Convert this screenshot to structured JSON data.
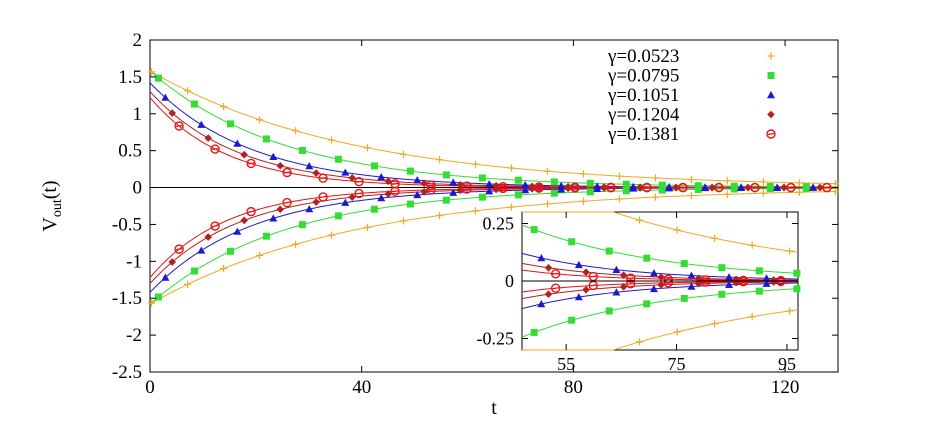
{
  "chart_data": [
    {
      "type": "scatter",
      "panel": "main",
      "title": "",
      "xlabel": "t",
      "ylabel_main": "V",
      "ylabel_sub": "out",
      "ylabel_tail": "(t)",
      "xlim": [
        0,
        130
      ],
      "ylim": [
        -2.5,
        2
      ],
      "xticks": [
        0,
        40,
        80,
        120
      ],
      "yticks": [
        2,
        1.5,
        1,
        0.5,
        0,
        -0.5,
        -1,
        -1.5,
        -2,
        -2.5
      ],
      "ytick_labels": [
        "2",
        "1.5",
        "1",
        "0.5",
        "0",
        "-0.5",
        "-1",
        "-1.5",
        "-2",
        "-2.5"
      ],
      "zero_line": true,
      "grid": false,
      "legend_position": "top-right",
      "series": [
        {
          "name": "γ=0.0523",
          "gamma": 0.0523,
          "amplitude": 1.58,
          "color": "#f5a623",
          "marker": "plus"
        },
        {
          "name": "γ=0.0795",
          "gamma": 0.0795,
          "amplitude": 1.58,
          "color": "#33dd33",
          "marker": "square"
        },
        {
          "name": "γ=0.1051",
          "gamma": 0.1051,
          "amplitude": 1.42,
          "color": "#1a1acc",
          "marker": "triangle"
        },
        {
          "name": "γ=0.1204",
          "gamma": 0.1204,
          "amplitude": 1.3,
          "color": "#b22222",
          "marker": "diamond"
        },
        {
          "name": "γ=0.1381",
          "gamma": 0.1381,
          "amplitude": 1.22,
          "color": "#ee1111",
          "marker": "circle"
        }
      ]
    },
    {
      "type": "scatter",
      "panel": "inset",
      "xlim": [
        47,
        97
      ],
      "ylim": [
        -0.3,
        0.3
      ],
      "xticks": [
        55,
        75,
        95
      ],
      "yticks": [
        0.25,
        0,
        -0.25
      ],
      "ytick_labels": [
        "0.25",
        "0",
        "-0.25"
      ]
    }
  ]
}
